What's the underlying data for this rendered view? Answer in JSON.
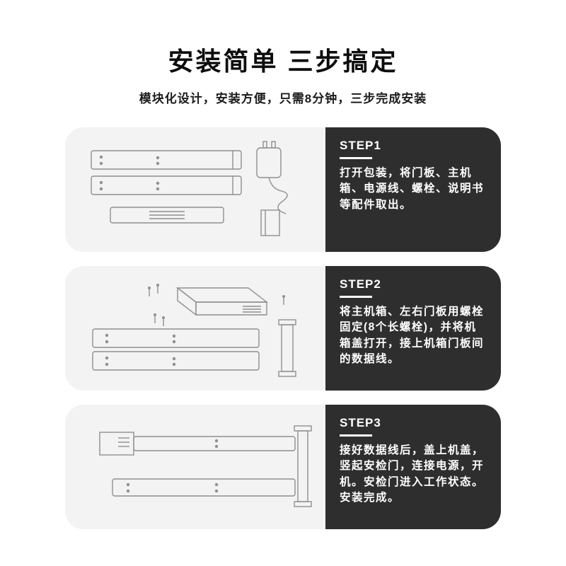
{
  "header": {
    "title": "安装简单 三步搞定",
    "subtitle": "模块化设计，安装方便，只需8分钟，三步完成安装"
  },
  "steps": [
    {
      "label": "STEP1",
      "text": "打开包装，将门板、主机箱、电源线、螺栓、说明书等配件取出。",
      "illustration": "unpacked-parts"
    },
    {
      "label": "STEP2",
      "text": "将主机箱、左右门板用螺栓固定(8个长螺栓)，并将机箱盖打开，接上机箱门板间的数据线。",
      "illustration": "bolt-and-cable-assembly"
    },
    {
      "label": "STEP3",
      "text": "接好数据线后，盖上机盖，竖起安检门，连接电源，开机。安检门进入工作状态。安装完成。",
      "illustration": "assembled-security-gate"
    }
  ],
  "colors": {
    "panel_dark": "#2e2e2e",
    "panel_light": "#f3f3f3",
    "text_light": "#ffffff",
    "text_dark": "#111111"
  }
}
